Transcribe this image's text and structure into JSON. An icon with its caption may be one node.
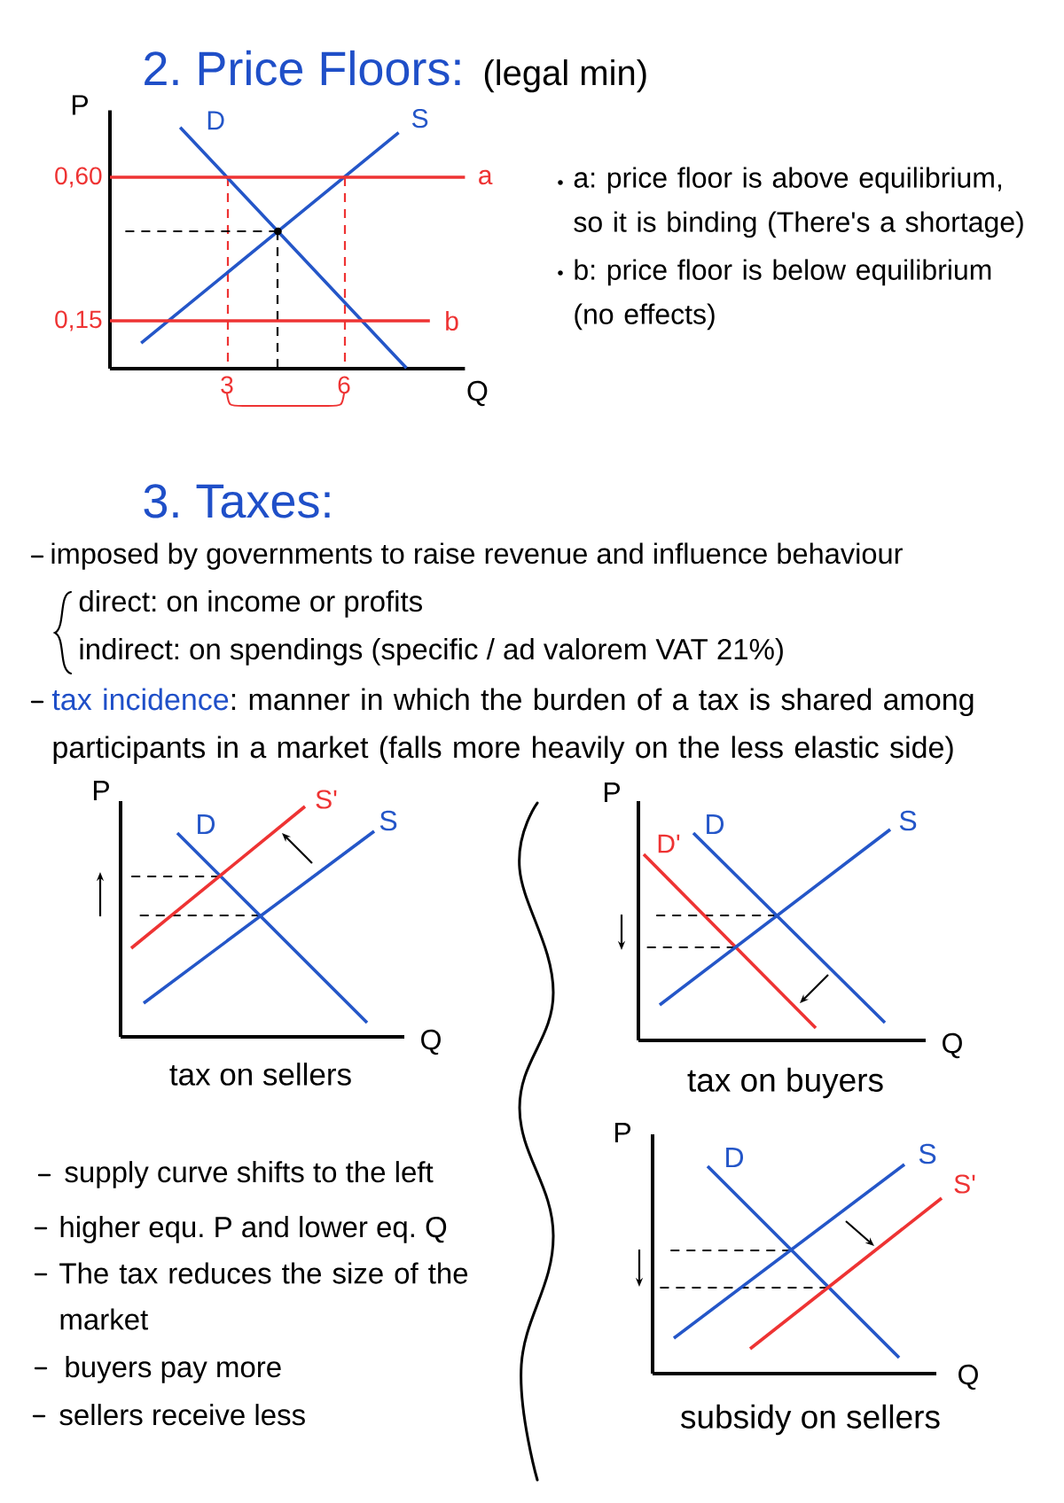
{
  "diagram": {
    "labels": [
      "2. Price Floors:",
      "(legal min)",
      "a: price floor is above equilibrium, so it is binding (There's a shortage)",
      "b: price floor is below equilibrium (no effects)",
      "3. Taxes:",
      "imposed by governments to raise revenue and influence behaviour",
      "direct: on income or profits",
      "indirect: on spendings (specific / ad valorem VAT 21%)",
      "tax incidence",
      ": manner in which the burden of a tax is shared among participants in a market (falls more heavily on the less elastic side)",
      "P",
      "D",
      "S'",
      "S",
      "Q",
      "tax on sellers",
      "P",
      "D'",
      "D",
      "S",
      "Q",
      "tax on buyers",
      "supply curve shifts to the left",
      "higher equ. P and lower eq. Q",
      "The tax reduces the size of the market",
      "buyers pay more",
      "sellers receive less",
      "P",
      "D",
      "S",
      "S'",
      "Q",
      "subsidy on sellers"
    ],
    "chart_data": {
      "type": "line",
      "xlabel": "Q",
      "ylabel": "P",
      "x": [
        0,
        0.8,
        1.8,
        7.4,
        7.6,
        8.2,
        9.1
      ],
      "series": [
        {
          "name": "D",
          "color": "#2456c8",
          "values": [
            null,
            null,
            0.756,
            0.028,
            0.002,
            null,
            null
          ]
        },
        {
          "name": "S",
          "color": "#2456c8",
          "values": [
            null,
            0.08,
            0.18,
            0.74,
            null,
            null,
            null
          ]
        },
        {
          "name": "a",
          "color": "#ee3333",
          "values": [
            0.6,
            0.6,
            0.6,
            0.6,
            0.6,
            0.6,
            0.6
          ]
        },
        {
          "name": "b",
          "color": "#ee3333",
          "values": [
            0.15,
            0.15,
            0.15,
            0.15,
            0.15,
            0.15,
            null
          ]
        }
      ],
      "ref_lines": [
        {
          "axis": "x",
          "value": 3,
          "color": "#ee3333"
        },
        {
          "axis": "x",
          "value": 6,
          "color": "#ee3333"
        }
      ],
      "xlim": [
        0,
        9.1
      ],
      "ylim": [
        0,
        0.81
      ],
      "xticks": [
        3,
        6
      ],
      "yticks": [
        {
          "value": 0.15,
          "label": "0,15"
        },
        {
          "value": 0.6,
          "label": "0,60"
        }
      ]
    }
  }
}
